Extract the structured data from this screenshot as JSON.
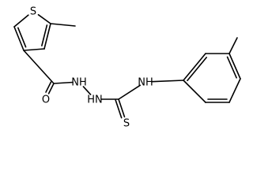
{
  "molecule": {
    "atoms": [
      {
        "id": "S1",
        "label": "S"
      },
      {
        "id": "C2"
      },
      {
        "id": "C3"
      },
      {
        "id": "C4"
      },
      {
        "id": "C5"
      },
      {
        "id": "C6"
      },
      {
        "id": "Me1"
      },
      {
        "id": "C7"
      },
      {
        "id": "O1",
        "label": "O"
      },
      {
        "id": "N1",
        "label": "NH"
      },
      {
        "id": "N2",
        "label": "HN"
      },
      {
        "id": "C8"
      },
      {
        "id": "S2",
        "label": "S"
      },
      {
        "id": "N3",
        "label": "NH"
      },
      {
        "id": "A1"
      },
      {
        "id": "A2"
      },
      {
        "id": "A3"
      },
      {
        "id": "A4"
      },
      {
        "id": "A5"
      },
      {
        "id": "A6"
      },
      {
        "id": "Me2"
      }
    ],
    "bonds": [
      {
        "a": "S1",
        "b": "C2",
        "order": 1
      },
      {
        "a": "C2",
        "b": "C3",
        "order": 2
      },
      {
        "a": "C3",
        "b": "C4",
        "order": 1
      },
      {
        "a": "C4",
        "b": "C5",
        "order": 2
      },
      {
        "a": "C5",
        "b": "S1",
        "order": 1
      },
      {
        "a": "C3",
        "b": "C6",
        "order": 1
      },
      {
        "a": "C2",
        "b": "Me1",
        "order": 1
      },
      {
        "a": "C4",
        "b": "C7",
        "order": 1
      },
      {
        "a": "C7",
        "b": "O1",
        "order": 2
      },
      {
        "a": "C7",
        "b": "N1",
        "order": 1
      },
      {
        "a": "N1",
        "b": "N2",
        "order": 1
      },
      {
        "a": "N2",
        "b": "C8",
        "order": 1
      },
      {
        "a": "C8",
        "b": "S2",
        "order": 2
      },
      {
        "a": "C8",
        "b": "N3",
        "order": 1
      },
      {
        "a": "N3",
        "b": "A1",
        "order": 1
      },
      {
        "a": "A1",
        "b": "A2",
        "order": 2
      },
      {
        "a": "A2",
        "b": "A3",
        "order": 1
      },
      {
        "a": "A3",
        "b": "A4",
        "order": 2
      },
      {
        "a": "A4",
        "b": "A5",
        "order": 1
      },
      {
        "a": "A5",
        "b": "A6",
        "order": 2
      },
      {
        "a": "A6",
        "b": "A1",
        "order": 1
      },
      {
        "a": "A3",
        "b": "Me2",
        "order": 1
      }
    ]
  }
}
